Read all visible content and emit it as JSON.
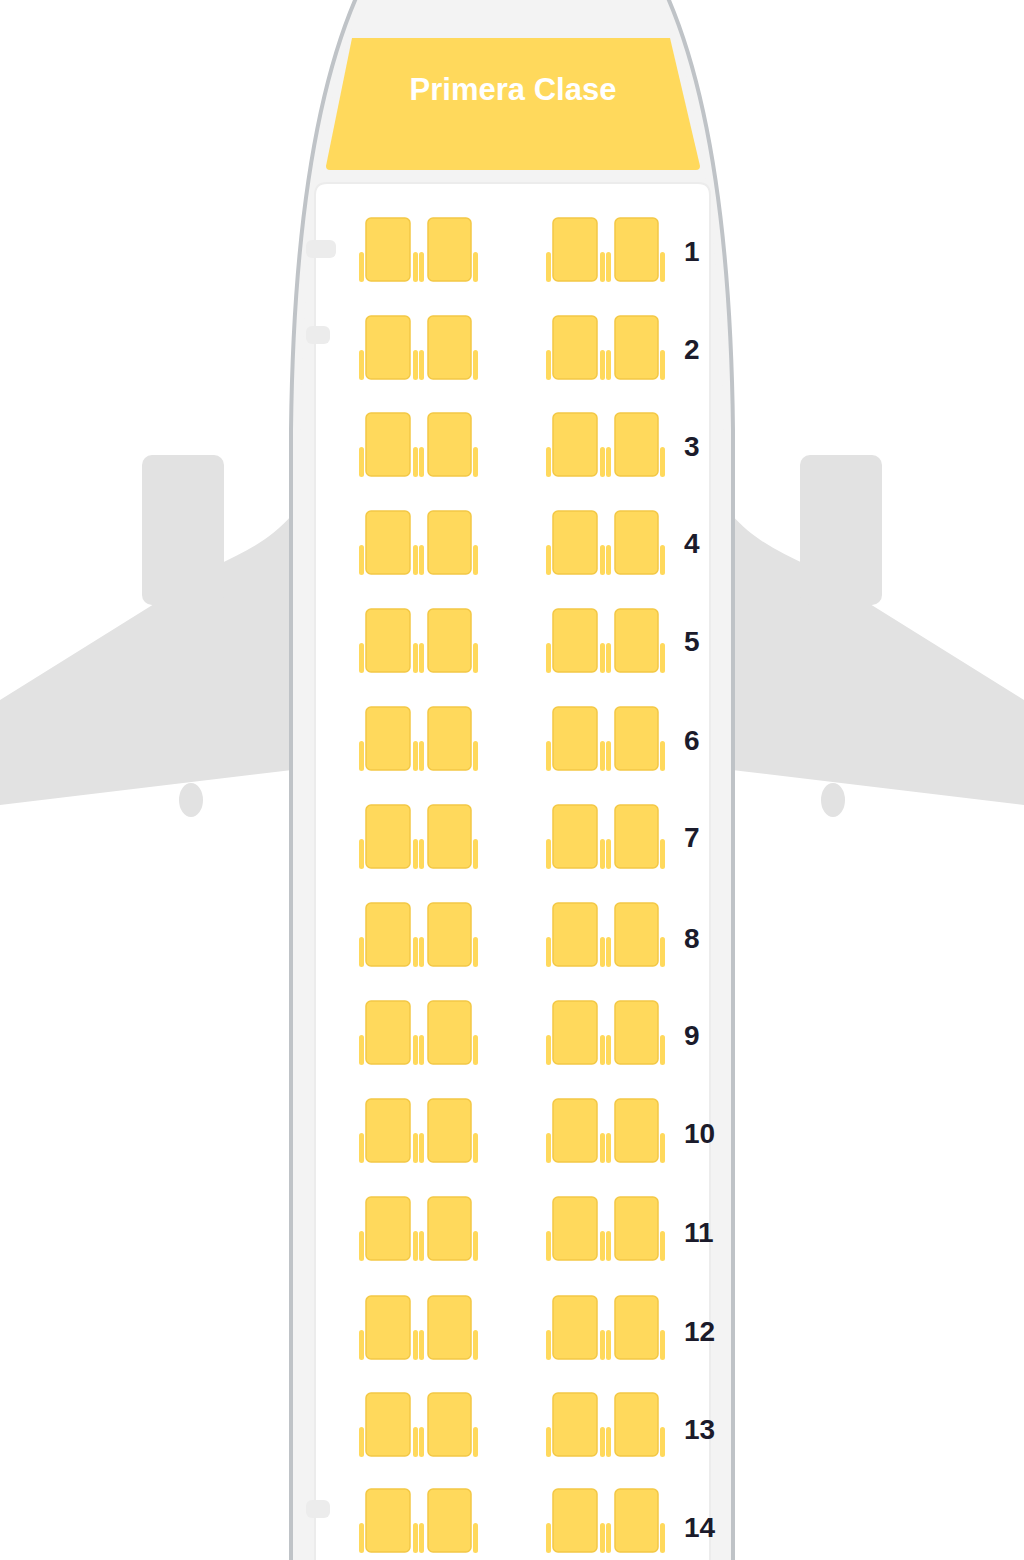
{
  "diagram": {
    "nodes": [
      {
        "text": [
          "Primera Clase"
        ]
      }
    ],
    "labels": [
      "1",
      "2",
      "3",
      "4",
      "5",
      "6",
      "7",
      "8",
      "9",
      "10",
      "11",
      "12",
      "13",
      "14"
    ]
  }
}
